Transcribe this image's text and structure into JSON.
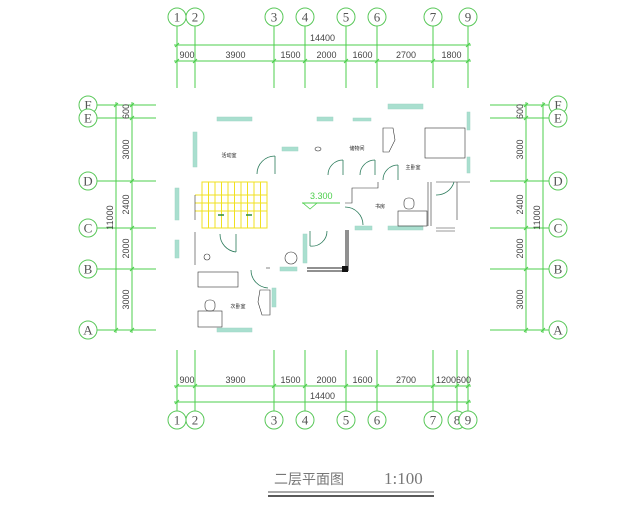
{
  "drawing": {
    "title": "二层平面图",
    "scale": "1:100",
    "elevation": "3.300",
    "colors": {
      "axis_lines": "#4ccf4c",
      "windows": "#a9dfcf",
      "stairs": "#f0e020",
      "walls": "#222222"
    }
  },
  "top_axes": [
    "1",
    "2",
    "3",
    "4",
    "5",
    "6",
    "7",
    "9"
  ],
  "bottom_axes": [
    "1",
    "2",
    "3",
    "4",
    "5",
    "6",
    "7",
    "8",
    "9"
  ],
  "left_axes": [
    "F",
    "E",
    "D",
    "C",
    "B",
    "A"
  ],
  "right_axes": [
    "F",
    "E",
    "D",
    "C",
    "B",
    "A"
  ],
  "top_dims": {
    "total": "14400",
    "segments": [
      "900",
      "3900",
      "1500",
      "2000",
      "1600",
      "2700",
      "1800"
    ]
  },
  "bottom_dims": {
    "total": "14400",
    "segments": [
      "900",
      "3900",
      "1500",
      "2000",
      "1600",
      "2700",
      "1200",
      "600"
    ]
  },
  "left_dims": {
    "total": "11000",
    "segments": [
      "600",
      "3000",
      "2400",
      "2000",
      "3000"
    ]
  },
  "right_dims": {
    "total": "11000",
    "segments": [
      "600",
      "3000",
      "2400",
      "2000",
      "3000"
    ]
  },
  "rooms": [
    "活动室",
    "储物间",
    "主卧室",
    "书房",
    "次卧室"
  ]
}
